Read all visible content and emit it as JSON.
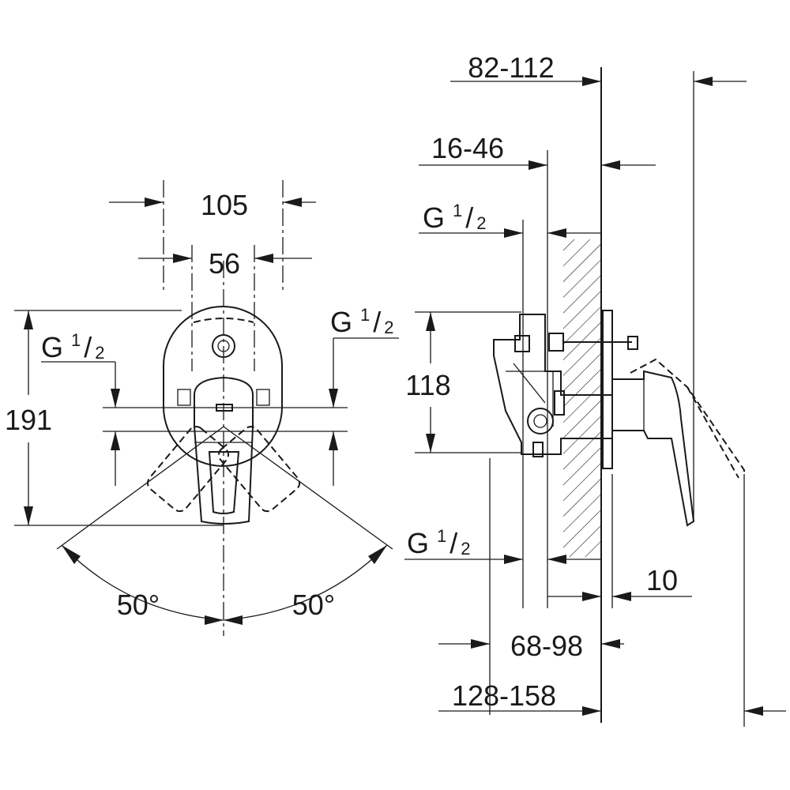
{
  "front_view": {
    "width_outer": "105",
    "width_handle": "56",
    "height_total": "191",
    "thread_left": {
      "g": "G",
      "num": "1",
      "slash": "/",
      "den": "2"
    },
    "thread_right": {
      "g": "G",
      "num": "1",
      "slash": "/",
      "den": "2"
    },
    "angle_left": "50°",
    "angle_right": "50°"
  },
  "side_view": {
    "depth_top": "82-112",
    "depth_wall": "16-46",
    "thread_top": {
      "g": "G",
      "num": "1",
      "slash": "/",
      "den": "2"
    },
    "height_body": "118",
    "thread_bottom": {
      "g": "G",
      "num": "1",
      "slash": "/",
      "den": "2"
    },
    "plate_offset": "10",
    "depth_body": "68-98",
    "depth_total": "128-158"
  }
}
